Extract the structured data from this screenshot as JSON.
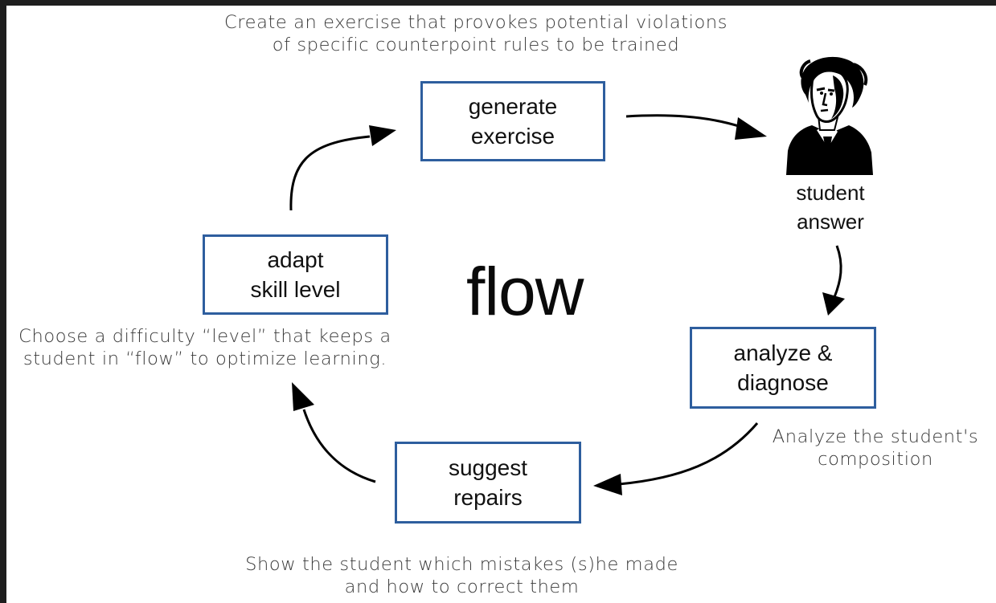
{
  "diagram": {
    "center_word": "flow",
    "captions": {
      "generate": [
        "Create an exercise that provokes potential violations",
        "of specific counterpoint rules to be trained"
      ],
      "analyze": [
        "Analyze the student's",
        "composition"
      ],
      "repairs": [
        "Show the student which mistakes (s)he made",
        "and how to correct them"
      ],
      "adapt": [
        "Choose a difficulty “level” that keeps a",
        "student in “flow” to optimize learning."
      ]
    },
    "boxes": {
      "generate": [
        "generate",
        "exercise"
      ],
      "analyze": [
        "analyze &",
        "diagnose"
      ],
      "repairs": [
        "suggest",
        "repairs"
      ],
      "adapt": [
        "adapt",
        "skill level"
      ]
    },
    "student": {
      "label": [
        "student",
        "answer"
      ],
      "portrait": "composer-portrait-icon"
    },
    "colors": {
      "box_border": "#2e5e9e",
      "arrow": "#000000",
      "caption_text": "#3a3a3a"
    }
  }
}
